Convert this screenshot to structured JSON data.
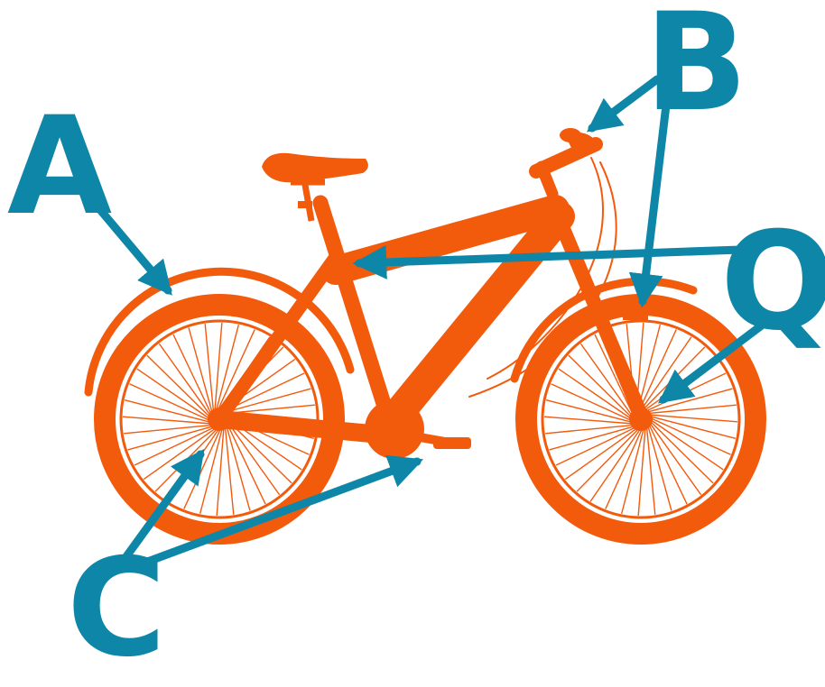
{
  "labels": {
    "a": "A",
    "b": "B",
    "q": "Q",
    "c": "C"
  },
  "colors": {
    "bike": "#f25a0c",
    "arrow": "#0e86a8",
    "background": "#ffffff"
  }
}
